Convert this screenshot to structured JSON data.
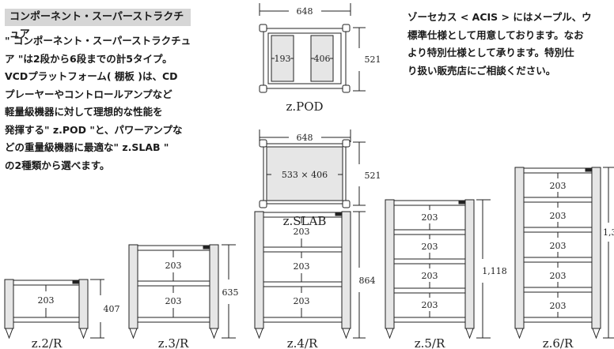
{
  "heading": "コンポーネント・スーパーストラクチュア",
  "body_lines": [
    "\" コンポーネント・スーパーストラクチュ",
    "ア \"は2段から6段までの計5タイプ。",
    "VCDプラットフォーム( 棚板 )は、CD",
    "プレーヤーやコントロールアンプなど",
    "軽量級機器に対して理想的な性能を",
    "発揮する\" z.POD \"と、パワーアンプな",
    "どの重量級機器に最適な\" z.SLAB \"",
    "の2種類から選べます。"
  ],
  "right_lines": [
    "ゾーセカス < ACIS > にはメープル、ウ",
    "標準仕様として用意しております。なお",
    "より特別仕様として承ります。特別仕",
    "り扱い販売店にご相談ください。"
  ],
  "pod": {
    "width": "648",
    "left": "193",
    "right": "406",
    "height": "521",
    "caption": "z.POD"
  },
  "slab": {
    "width": "648",
    "inner": "533 × 406",
    "height": "521",
    "caption": "z.SLAB"
  },
  "racks": {
    "r2": {
      "shelf": "203",
      "height": "407",
      "caption": "z.2/R"
    },
    "r3": {
      "shelf": "203",
      "height": "635",
      "caption": "z.3/R"
    },
    "r4": {
      "shelf": "203",
      "height": "864",
      "caption": "z.4/R"
    },
    "r5": {
      "shelf": "203",
      "height": "1,118",
      "caption": "z.5/R"
    },
    "r6": {
      "shelf": "203",
      "height": "1,3",
      "caption": "z.6/R"
    }
  }
}
